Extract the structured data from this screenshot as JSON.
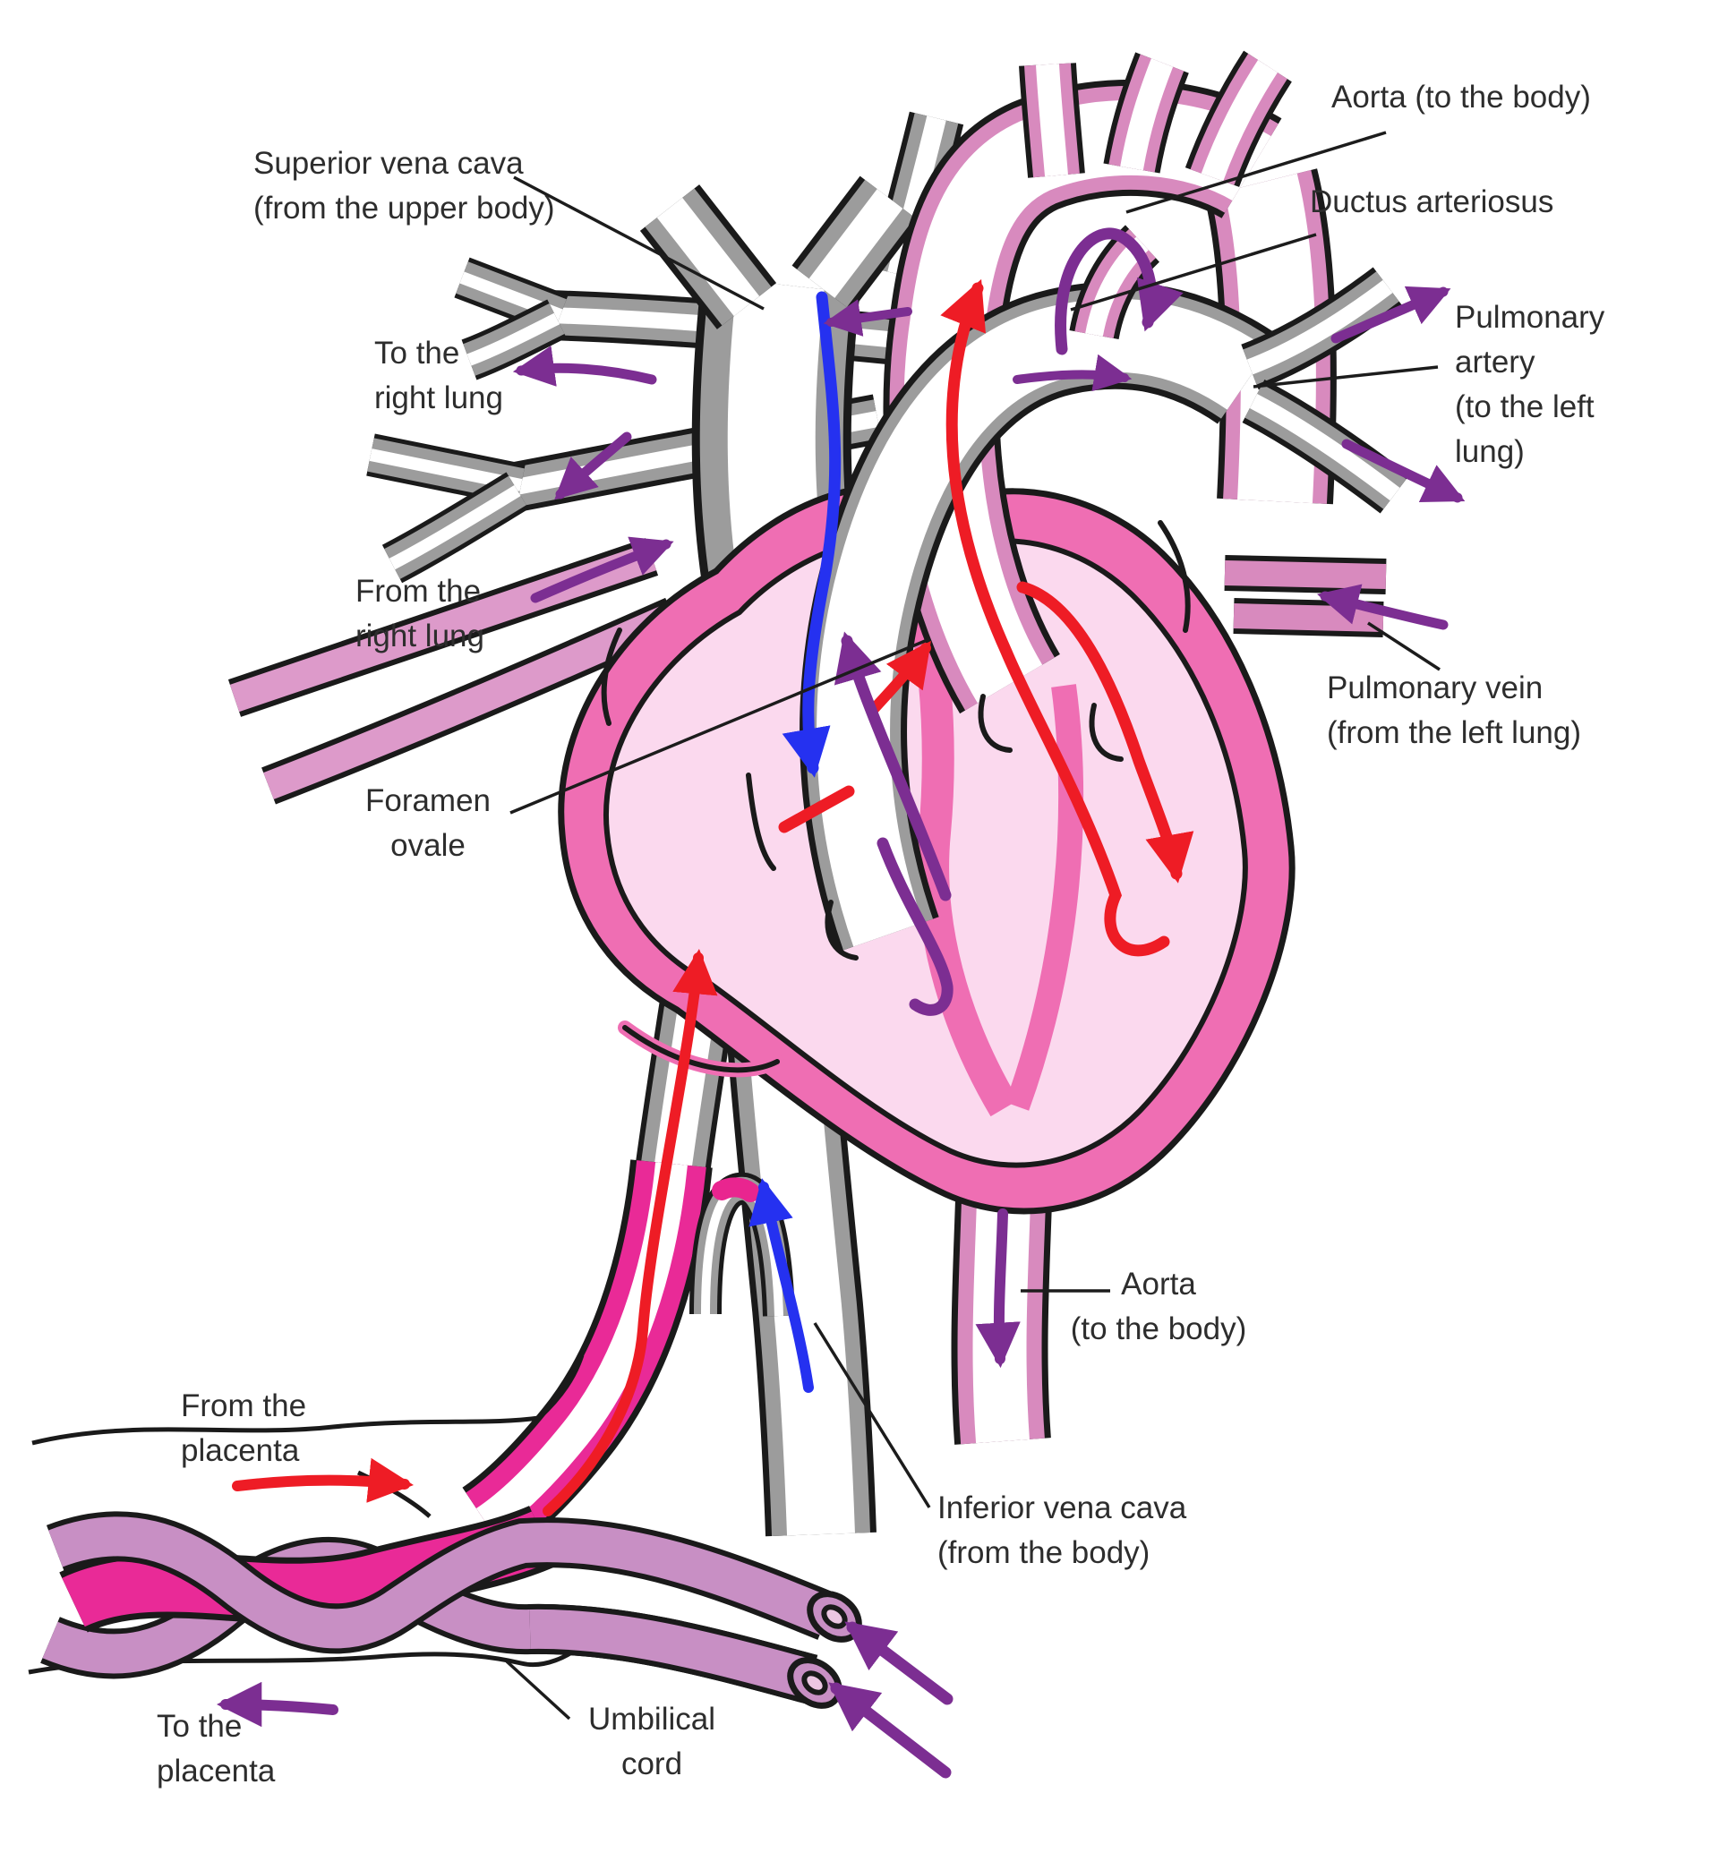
{
  "labels": {
    "superior_vena_cava": "Superior vena cava\n(from the upper body)",
    "aorta_top": "Aorta (to the body)",
    "ductus_arteriosus": "Ductus arteriosus",
    "to_right_lung": "To the\nright lung",
    "pulmonary_artery": "Pulmonary\nartery\n(to the left\nlung)",
    "from_right_lung": "From the\nright lung",
    "pulmonary_vein": "Pulmonary vein\n(from the left lung)",
    "foramen_ovale": "Foramen\novale",
    "aorta_bottom": "Aorta\n(to the body)",
    "inferior_vena_cava": "Inferior vena cava\n(from the body)",
    "from_placenta": "From the\nplacenta",
    "to_placenta": "To the\nplacenta",
    "umbilical_cord": "Umbilical\ncord"
  },
  "colors": {
    "outline": "#1a1a1a",
    "vein_gray": "#9c9c9c",
    "artery_pink": "#d88abe",
    "pulm_vein_pink": "#dd9aca",
    "heart_wall": "#ef6eb3",
    "heart_interior": "#fbd9ee",
    "umbilical_vein_magenta": "#e92a97",
    "umbilical_artery_mauve": "#c88fc4",
    "oxygenated_arrow_red": "#ee1c25",
    "deoxygenated_arrow_blue": "#2531f0",
    "mixed_flow_arrow_purple": "#7c2e92",
    "label_text": "#2d2d2d"
  }
}
